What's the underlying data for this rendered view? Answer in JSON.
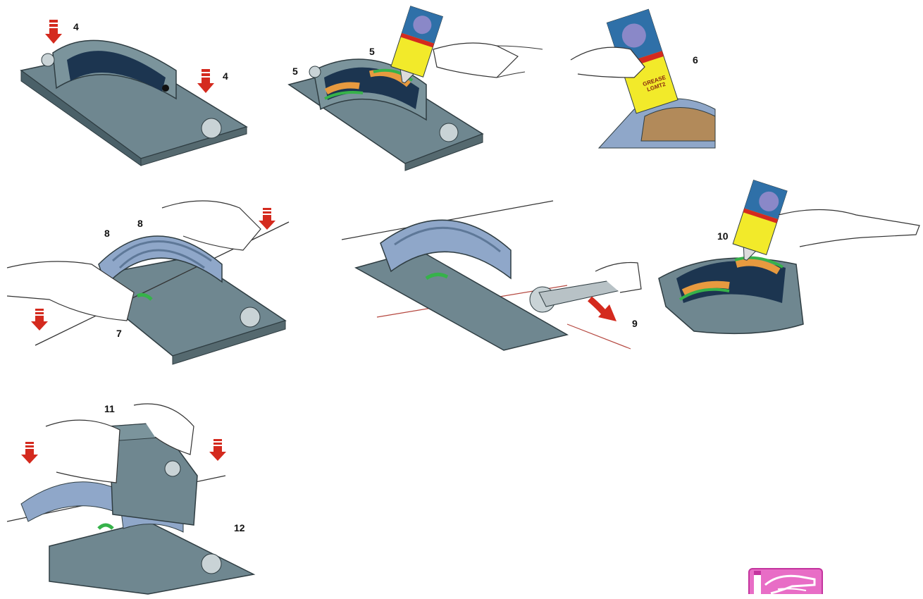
{
  "step_labels": {
    "s4a": "4",
    "s4b": "4",
    "s5a": "5",
    "s5b": "5",
    "s6": "6",
    "s8a": "8",
    "s8b": "8",
    "s7": "7",
    "s9": "9",
    "s10": "10",
    "s11": "11",
    "s12": "12"
  },
  "grease_tube": {
    "label_line1": "GREASE",
    "label_line2": "LGMT2"
  },
  "colors": {
    "housing": "#6f8790",
    "housing_dark": "#4a6068",
    "interior": "#1c3550",
    "bearing": "#8fa7c9",
    "grease_orange": "#e79a3f",
    "seal_green": "#36b24a",
    "arrow_red": "#d42a1e",
    "tube_blue": "#2f70a8",
    "tube_cap": "#8a88c8",
    "tube_yellow": "#f2ea2a",
    "nav_pink": "#e86dc6"
  },
  "icons": {
    "nav_button": "hand-pointer-icon"
  }
}
